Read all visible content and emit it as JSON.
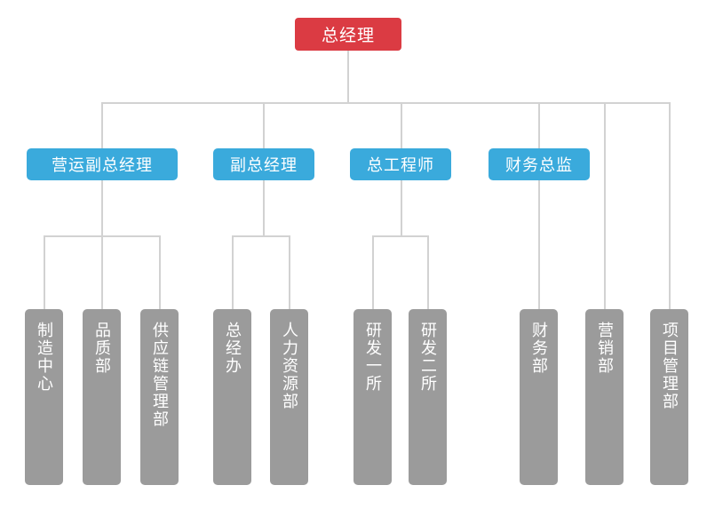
{
  "chart": {
    "type": "org-chart",
    "title": "",
    "colors": {
      "root": "#db3b43",
      "executive": "#3aaadc",
      "department": "#9b9b9b",
      "connector": "#d2d2d2",
      "background": "#ffffff",
      "label": "#ffffff"
    },
    "root": {
      "label": "总经理"
    },
    "executives": [
      {
        "label": "营运副总经理"
      },
      {
        "label": "副总经理"
      },
      {
        "label": "总工程师"
      },
      {
        "label": "财务总监"
      }
    ],
    "departments": [
      {
        "label": "制造中心",
        "parent": "营运副总经理"
      },
      {
        "label": "品质部",
        "parent": "营运副总经理"
      },
      {
        "label": "供应链管理部",
        "parent": "营运副总经理"
      },
      {
        "label": "总经办",
        "parent": "副总经理"
      },
      {
        "label": "人力资源部",
        "parent": "副总经理"
      },
      {
        "label": "研发一所",
        "parent": "总工程师"
      },
      {
        "label": "研发二所",
        "parent": "总工程师"
      },
      {
        "label": "财务部",
        "parent": "财务总监"
      },
      {
        "label": "营销部",
        "parent": "总经理"
      },
      {
        "label": "项目管理部",
        "parent": "总经理"
      }
    ]
  }
}
